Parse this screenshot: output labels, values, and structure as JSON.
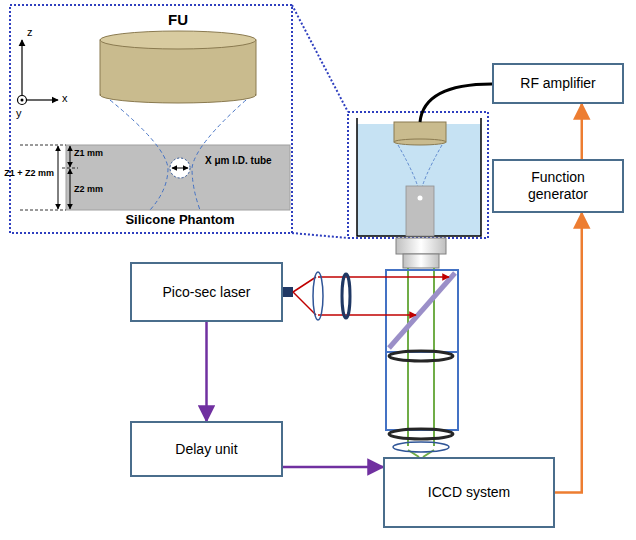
{
  "diagram": {
    "nodes": [
      {
        "text": [
          "Pico-sec laser"
        ]
      },
      {
        "text": [
          "Delay unit"
        ]
      },
      {
        "text": [
          "ICCD system"
        ]
      },
      {
        "text": [
          "RF amplifier"
        ]
      },
      {
        "text": [
          "Function generator"
        ]
      }
    ],
    "edges": [
      {
        "from": 0,
        "to": 1,
        "arrow": "to"
      },
      {
        "from": 1,
        "to": 2,
        "arrow": "to"
      },
      {
        "from": 2,
        "to": 4,
        "arrow": "to"
      },
      {
        "from": 4,
        "to": 3,
        "arrow": "to"
      }
    ],
    "labels": [
      "z",
      "x",
      "y",
      "FU",
      "Z1 mm",
      "Z2 mm",
      "Z1 + Z2 mm",
      "X μm I.D. tube",
      "Silicone Phantom"
    ]
  }
}
